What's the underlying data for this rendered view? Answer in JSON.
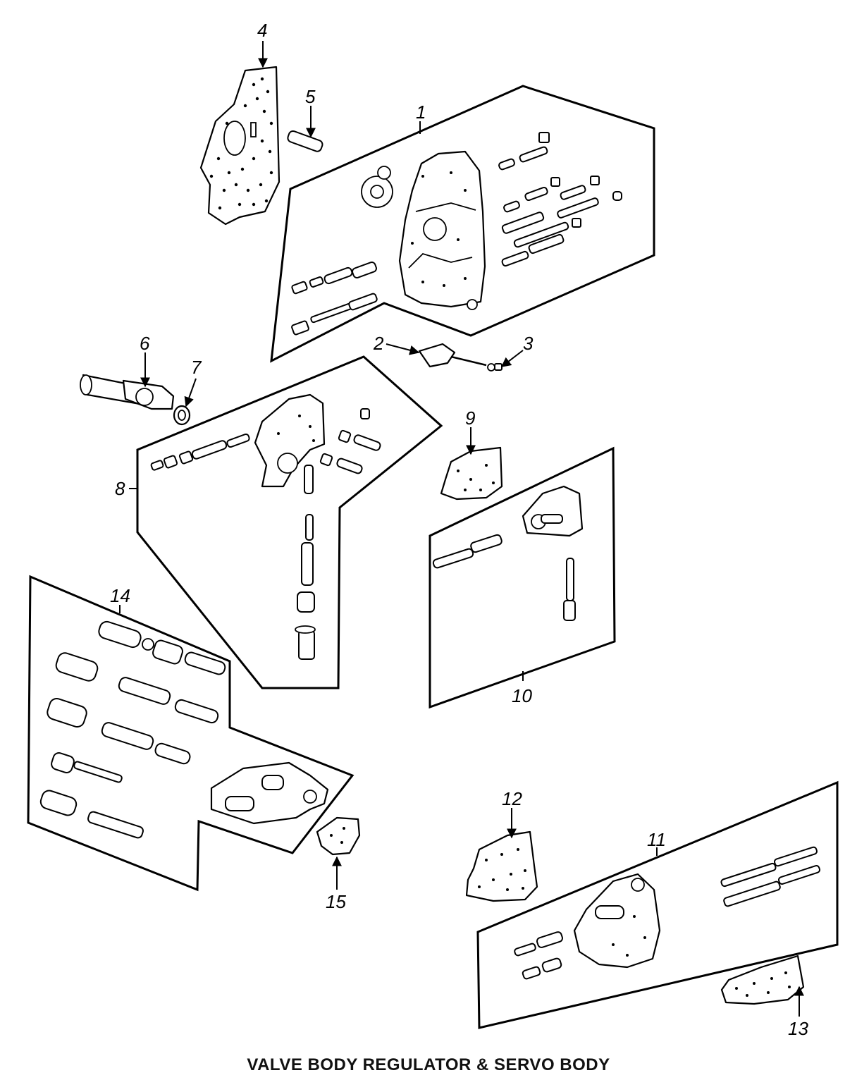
{
  "caption": "VALVE BODY REGULATOR & SERVO BODY",
  "callouts": [
    "1",
    "2",
    "3",
    "4",
    "5",
    "6",
    "7",
    "8",
    "9",
    "10",
    "11",
    "12",
    "13",
    "14",
    "15"
  ]
}
